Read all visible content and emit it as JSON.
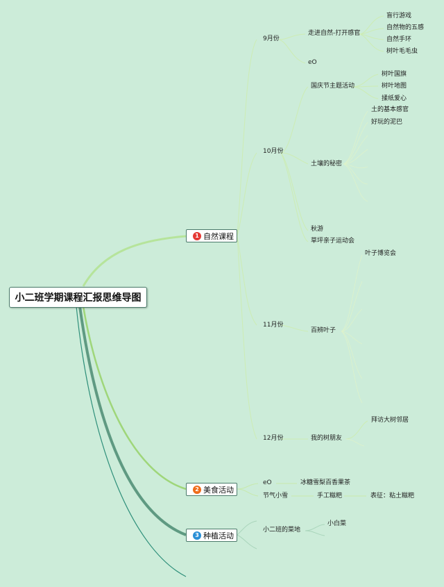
{
  "root": "小二班学期课程汇报思维导图",
  "branches": [
    {
      "num": "1",
      "label": "自然课程",
      "color": "#e53935"
    },
    {
      "num": "2",
      "label": "美食活动",
      "color": "#ef6c1a"
    },
    {
      "num": "3",
      "label": "种植活动",
      "color": "#2a8fd6"
    }
  ],
  "nature": {
    "sep": "9月份",
    "sep_a": "走进自然-打开感官",
    "sep_a_items": [
      "盲行游戏",
      "自然物的五感",
      "自然手环",
      "树叶毛毛虫"
    ],
    "sep_b": "eO",
    "oct": "10月份",
    "oct_a": "国庆节主题活动",
    "oct_a_items": [
      "树叶国旗",
      "树叶地图",
      "揉纸爱心"
    ],
    "oct_b": "土壤的秘密",
    "oct_b_items": [
      "土的基本感官",
      "好玩的泥巴"
    ],
    "oct_c": "秋游",
    "oct_d": "草坪亲子运动会",
    "nov": "11月份",
    "nov_a": "百辨叶子",
    "nov_a_items": [
      "叶子博览会"
    ],
    "dec": "12月份",
    "dec_a": "我的树朋友",
    "dec_a_items": [
      "拜访大树邻居"
    ]
  },
  "food": {
    "a": "eO",
    "a_child": "冰糖雪梨百香果茶",
    "b": "节气小雪",
    "b_child": "手工糍粑",
    "b_grand": "表征：粘土糍粑"
  },
  "plant": {
    "a": "小二班的菜地",
    "a_child": "小白菜"
  }
}
